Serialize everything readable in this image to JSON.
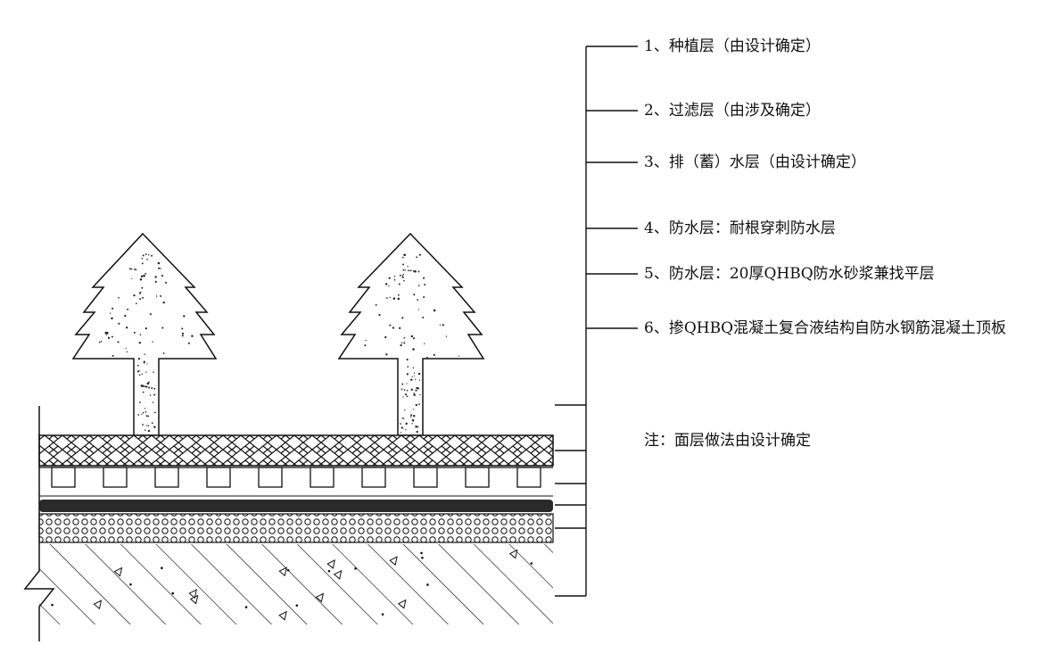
{
  "layers": [
    {
      "label": "1、种植层（由设计确定）"
    },
    {
      "label": "2、过滤层（由涉及确定）"
    },
    {
      "label": "3、排（蓄）水层（由设计确定）"
    },
    {
      "label": "4、防水层：耐根穿刺防水层"
    },
    {
      "label": "5、防水层：20厚QHBQ防水砂浆兼找平层"
    },
    {
      "label": "6、掺QHBQ混凝土复合液结构自防水钢筋混凝土顶板"
    }
  ],
  "note": "注：面层做法由设计确定",
  "colors": {
    "line": "#111111",
    "membrane": "#2a2a2a",
    "background": "#ffffff"
  }
}
